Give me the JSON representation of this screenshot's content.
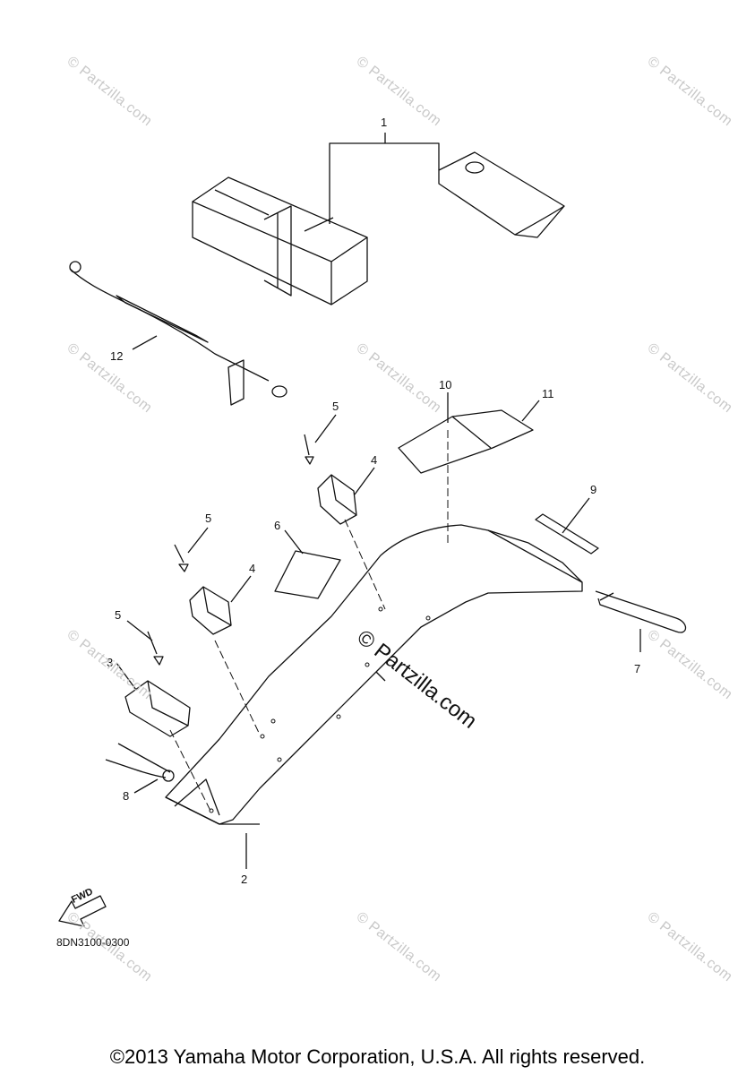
{
  "callouts": {
    "n1": "1",
    "n2": "2",
    "n3": "3",
    "n4a": "4",
    "n4b": "4",
    "n5a": "5",
    "n5b": "5",
    "n5c": "5",
    "n6": "6",
    "n7": "7",
    "n8": "8",
    "n9": "9",
    "n10": "10",
    "n11": "11",
    "n12": "12"
  },
  "watermark": "© Partzilla.com",
  "fwd_label": "FWD",
  "diagram_code": "8DN3100-0300",
  "footer": "©2013 Yamaha Motor Corporation, U.S.A. All rights reserved."
}
